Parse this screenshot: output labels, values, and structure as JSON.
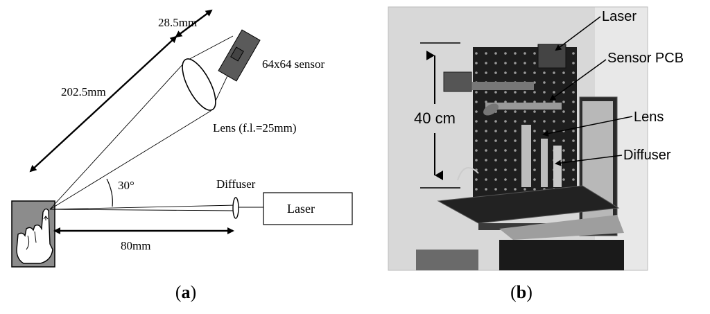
{
  "panel_a": {
    "caption_open": "(",
    "caption_letter": "a",
    "caption_close": ")",
    "dim_sensor_gap": "28.5mm",
    "dim_distance": "202.5mm",
    "sensor_label": "64x64 sensor",
    "lens_label": "Lens (f.l.=25mm)",
    "angle_label": "30°",
    "diffuser_label": "Diffuser",
    "laser_label": "Laser",
    "dim_horizontal": "80mm"
  },
  "panel_b": {
    "caption_open": "(",
    "caption_letter": "b",
    "caption_close": ")",
    "height_label": "40 cm",
    "laser_label": "Laser",
    "sensor_pcb_label": "Sensor PCB",
    "lens_label": "Lens",
    "diffuser_label": "Diffuser"
  },
  "colors": {
    "stroke": "#000000",
    "finger_box": "#8c8c8c",
    "sensor_body": "#5a5a5a",
    "photo_bg": "#d8d8d8",
    "board": "#1e1e1e"
  }
}
